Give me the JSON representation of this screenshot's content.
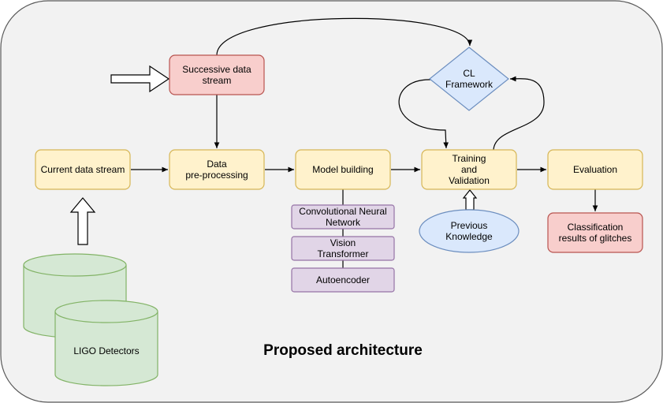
{
  "diagram": {
    "title": "Proposed architecture",
    "nodes": {
      "successive": "Successive data\nstream",
      "current": "Current data stream",
      "preprocessing": "Data\npre-processing",
      "model": "Model building",
      "training": "Training\nand\nValidation",
      "evaluation": "Evaluation",
      "cl": "CL\nFramework",
      "previous": "Previous\nKnowledge",
      "classification": "Classification\nresults of glitches",
      "cnn": "Convolutional Neural\nNetwork",
      "vit": "Vision\nTransformer",
      "autoencoder": "Autoencoder",
      "ligo": "LIGO Detectors"
    },
    "colors": {
      "yellow_fill": "#fff2cc",
      "yellow_stroke": "#d6b656",
      "red_fill": "#f8cecc",
      "red_stroke": "#b85450",
      "blue_fill": "#dae8fc",
      "blue_stroke": "#6c8ebf",
      "purple_fill": "#e1d5e7",
      "purple_stroke": "#9673a6",
      "green_fill": "#d5e8d4",
      "green_stroke": "#82b366",
      "container_fill": "#f2f2f2",
      "container_stroke": "#595959"
    }
  }
}
